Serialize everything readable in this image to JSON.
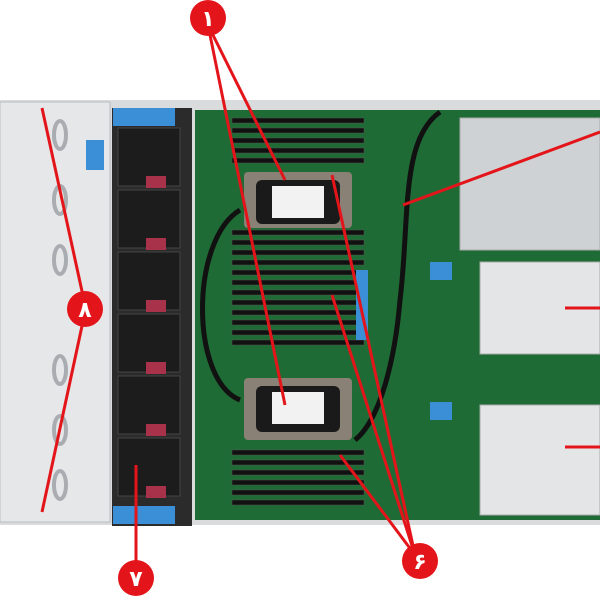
{
  "figure": {
    "subject": "server-chassis-top-view",
    "callouts": [
      {
        "id": "cpu",
        "label": "۱"
      },
      {
        "id": "memory",
        "label": "۶"
      },
      {
        "id": "fans",
        "label": "۷"
      },
      {
        "id": "drive-cage",
        "label": "۸"
      }
    ]
  },
  "colors": {
    "callout": "#e3151a",
    "board": "#1f6b35",
    "fan": "#222222",
    "latch": "#3a8fd6",
    "chassis": "#d9dbdd"
  }
}
